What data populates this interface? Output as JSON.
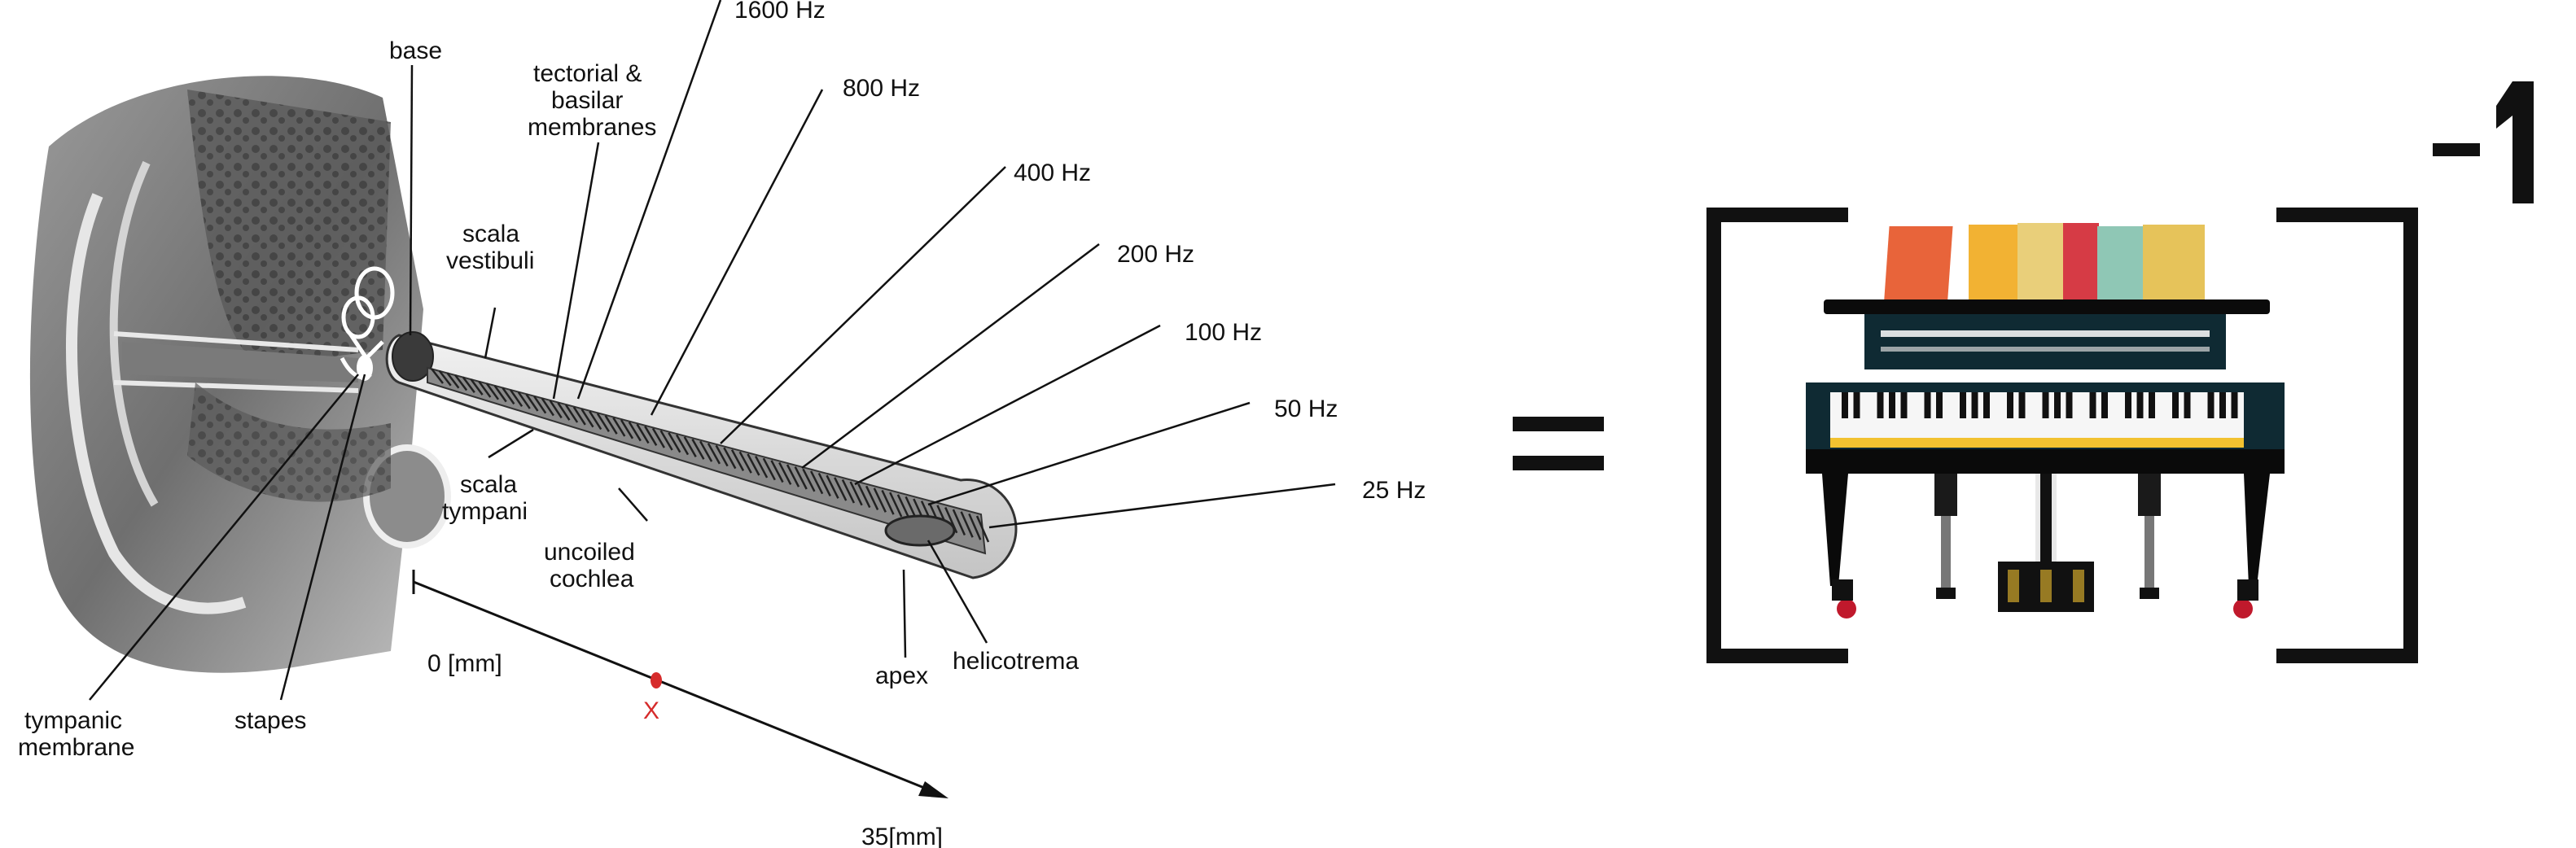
{
  "labels": {
    "base": "base",
    "tectorial_1": "tectorial &",
    "tectorial_2": "basilar",
    "tectorial_3": "membranes",
    "scala_vestibuli_1": "scala",
    "scala_vestibuli_2": "vestibuli",
    "scala_tympani_1": "scala",
    "scala_tympani_2": "tympani",
    "uncoiled_1": "uncoiled",
    "uncoiled_2": "cochlea",
    "tympanic_1": "tympanic",
    "tympanic_2": "membrane",
    "stapes": "stapes",
    "apex": "apex",
    "helicotrema": "helicotrema",
    "mm0": "0 [mm]",
    "mm35": "35[mm]",
    "x_marker": "X"
  },
  "frequencies": [
    "1600 Hz",
    "800 Hz",
    "400 Hz",
    "200 Hz",
    "100 Hz",
    "50 Hz",
    "25 Hz"
  ],
  "equation": {
    "equals": "=",
    "exponent": "-1"
  },
  "colors": {
    "marker": "#d62b2b",
    "piano_body": "#0f2a33",
    "book_colors": [
      "#e8643a",
      "#f2b233",
      "#e9cf7a",
      "#d63b45",
      "#8fc7b5",
      "#e6c35a"
    ]
  }
}
